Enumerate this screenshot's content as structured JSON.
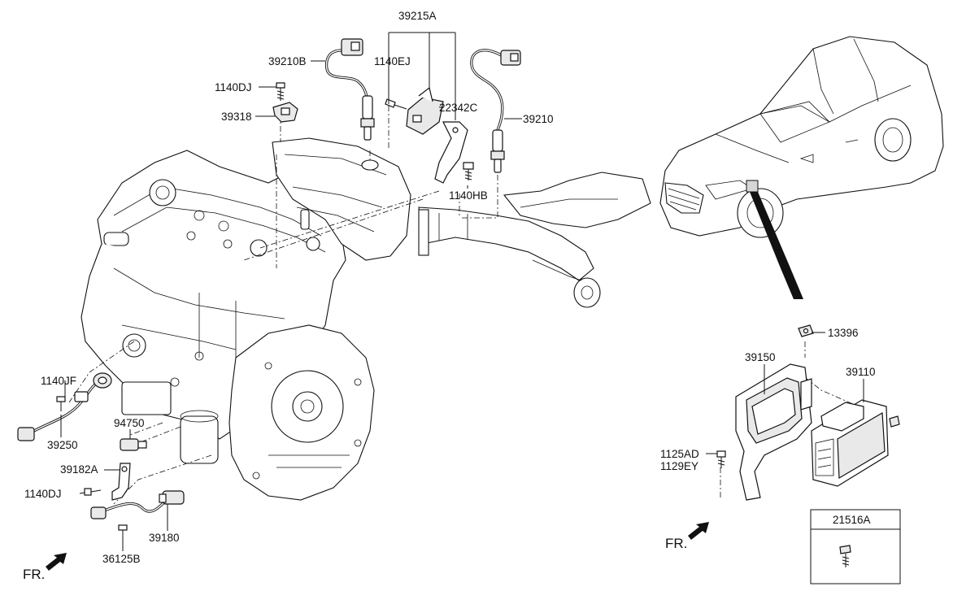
{
  "labels": {
    "p39215A": "39215A",
    "p39210B": "39210B",
    "p1140EJ": "1140EJ",
    "p1140DJ_top": "1140DJ",
    "p39318": "39318",
    "p22342C": "22342C",
    "p39210": "39210",
    "p1140HB": "1140HB",
    "p13396": "13396",
    "p39150": "39150",
    "p39110": "39110",
    "p1125AD": "1125AD",
    "p1129EY": "1129EY",
    "p21516A": "21516A",
    "p1140JF": "1140JF",
    "p39250": "39250",
    "p94750": "94750",
    "p39182A": "39182A",
    "p1140DJ_bot": "1140DJ",
    "p39180": "39180",
    "p36125B": "36125B"
  },
  "front_indicator": {
    "left": "FR.",
    "right": "FR."
  }
}
